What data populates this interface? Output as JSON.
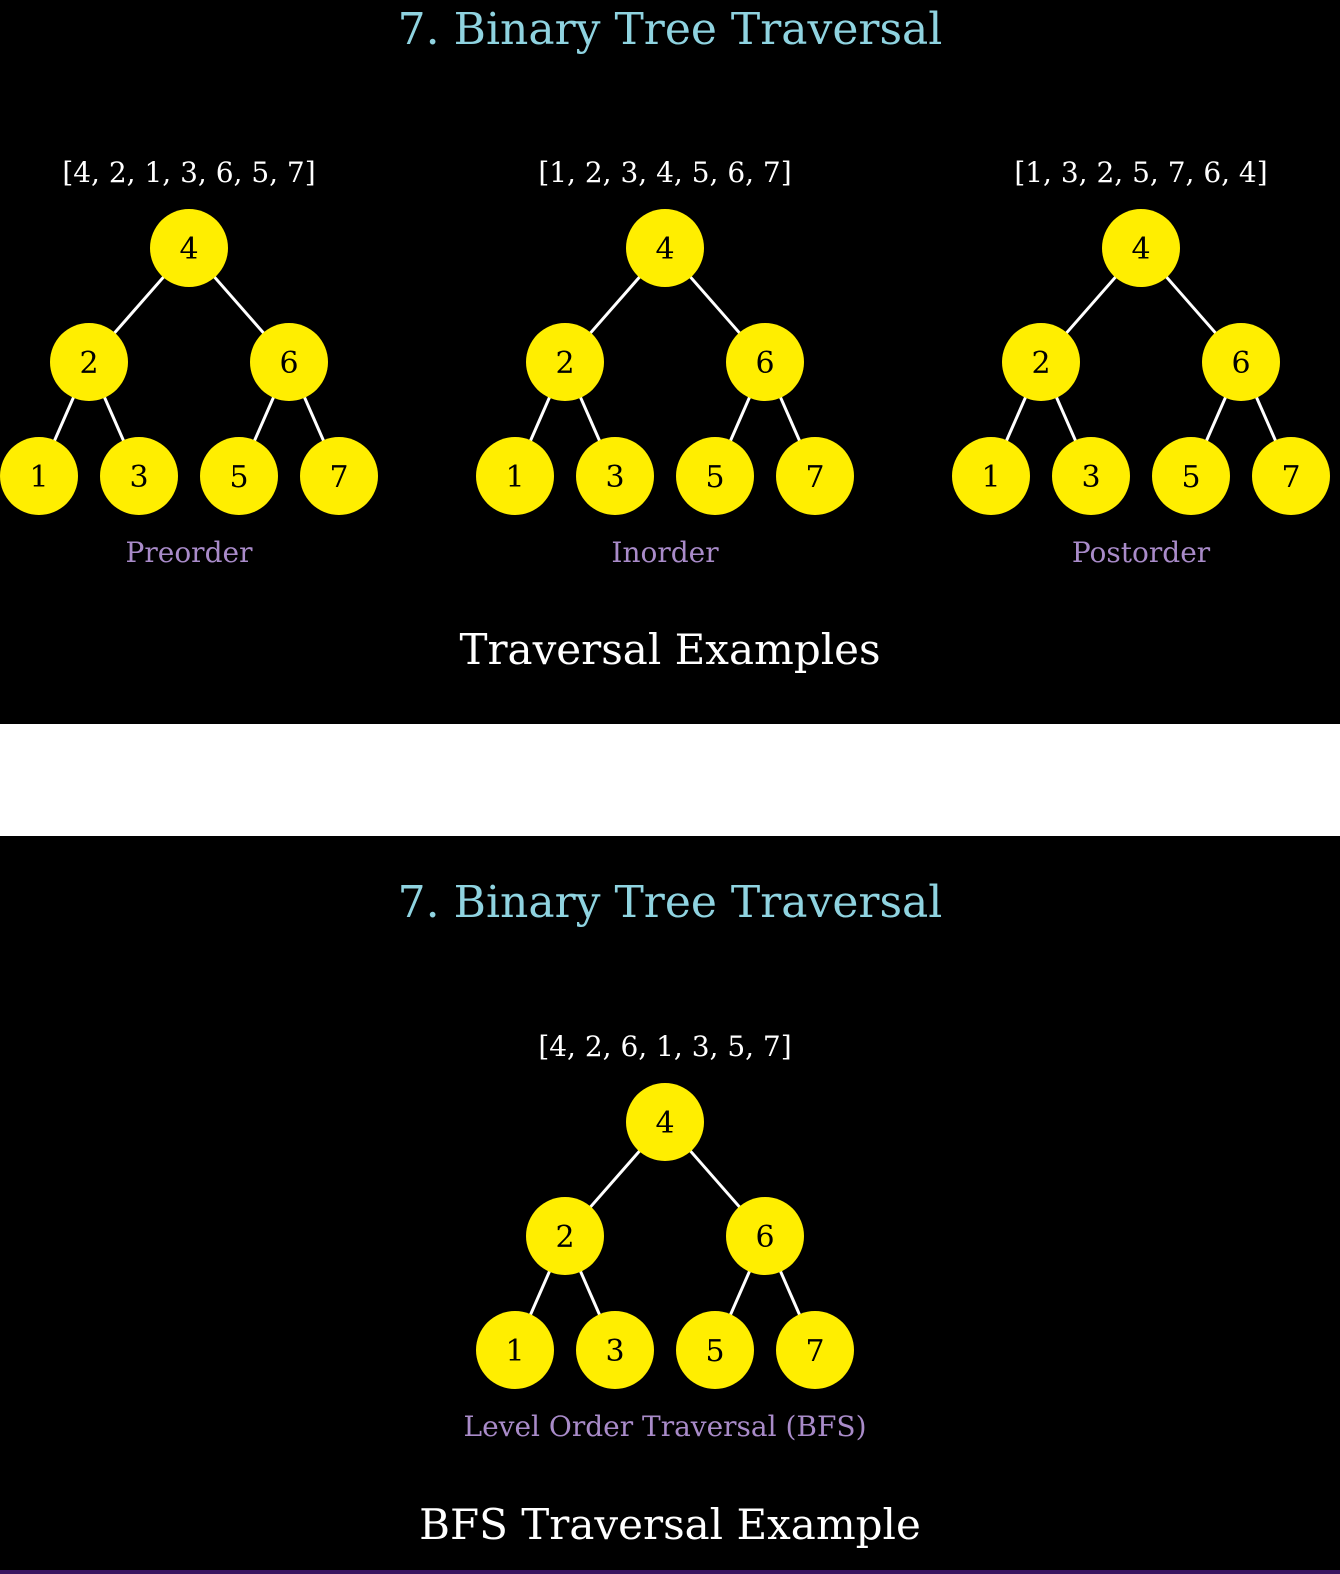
{
  "slides": [
    {
      "title": "7. Binary Tree Traversal",
      "caption": "Traversal Examples",
      "trees": [
        {
          "sequence": "[4, 2, 1, 3, 6, 5, 7]",
          "label": "Preorder"
        },
        {
          "sequence": "[1, 2, 3, 4, 5, 6, 7]",
          "label": "Inorder"
        },
        {
          "sequence": "[1, 3, 2, 5, 7, 6, 4]",
          "label": "Postorder"
        }
      ]
    },
    {
      "title": "7. Binary Tree Traversal",
      "caption": "BFS Traversal Example",
      "trees": [
        {
          "sequence": "[4, 2, 6, 1, 3, 5, 7]",
          "label": "Level Order Traversal (BFS)"
        }
      ]
    }
  ],
  "tree": {
    "nodes": [
      "4",
      "2",
      "6",
      "1",
      "3",
      "5",
      "7"
    ],
    "edges": [
      [
        0,
        1
      ],
      [
        0,
        2
      ],
      [
        1,
        3
      ],
      [
        1,
        4
      ],
      [
        2,
        5
      ],
      [
        2,
        6
      ]
    ]
  },
  "colors": {
    "background": "#000000",
    "title": "#8fd3e0",
    "node_fill": "#ffee00",
    "node_text": "#000000",
    "edge": "#ffffff",
    "label": "#a98bc9",
    "caption": "#ffffff"
  }
}
